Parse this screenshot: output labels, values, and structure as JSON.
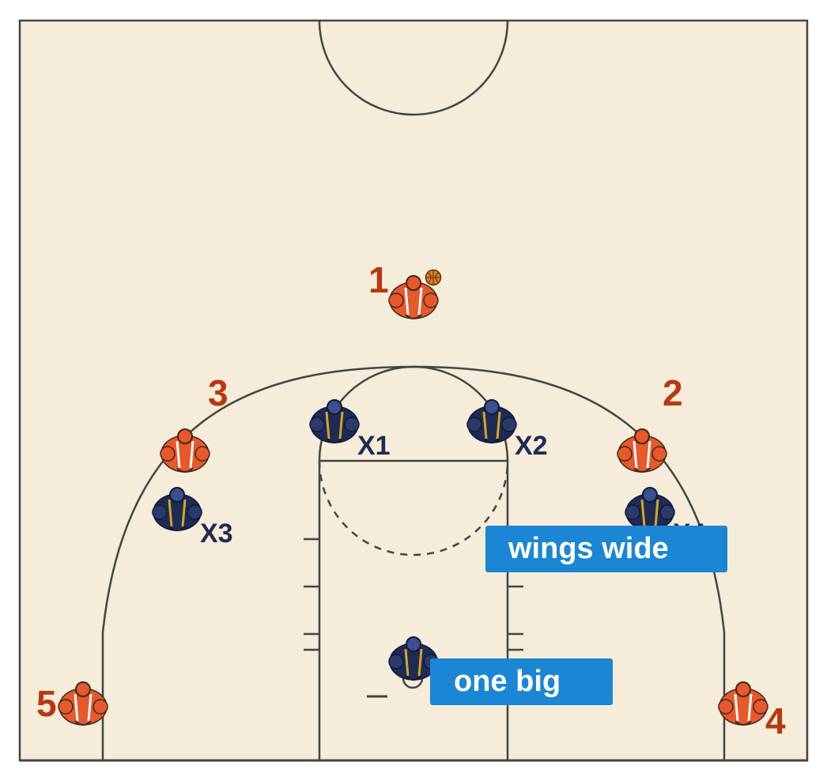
{
  "court": {
    "floor_color": "#f5ecd9",
    "line_color": "#444444"
  },
  "offense": {
    "color": "#e8582a",
    "label_color": "#b8380f",
    "players": [
      {
        "id": "1",
        "label": "1",
        "has_ball": true
      },
      {
        "id": "2",
        "label": "2",
        "has_ball": false
      },
      {
        "id": "3",
        "label": "3",
        "has_ball": false
      },
      {
        "id": "4",
        "label": "4",
        "has_ball": false
      },
      {
        "id": "5",
        "label": "5",
        "has_ball": false
      }
    ]
  },
  "defense": {
    "color": "#1d2b55",
    "accent_color": "#d8a520",
    "players": [
      {
        "id": "x1",
        "label": "X1"
      },
      {
        "id": "x2",
        "label": "X2"
      },
      {
        "id": "x3",
        "label": "X3"
      },
      {
        "id": "x4",
        "label": "X4"
      },
      {
        "id": "x5",
        "label": ""
      }
    ]
  },
  "ball": {
    "color": "#e07a2a"
  },
  "callouts": {
    "wings": "wings wide",
    "big": "one big",
    "color": "#1a86d4"
  }
}
